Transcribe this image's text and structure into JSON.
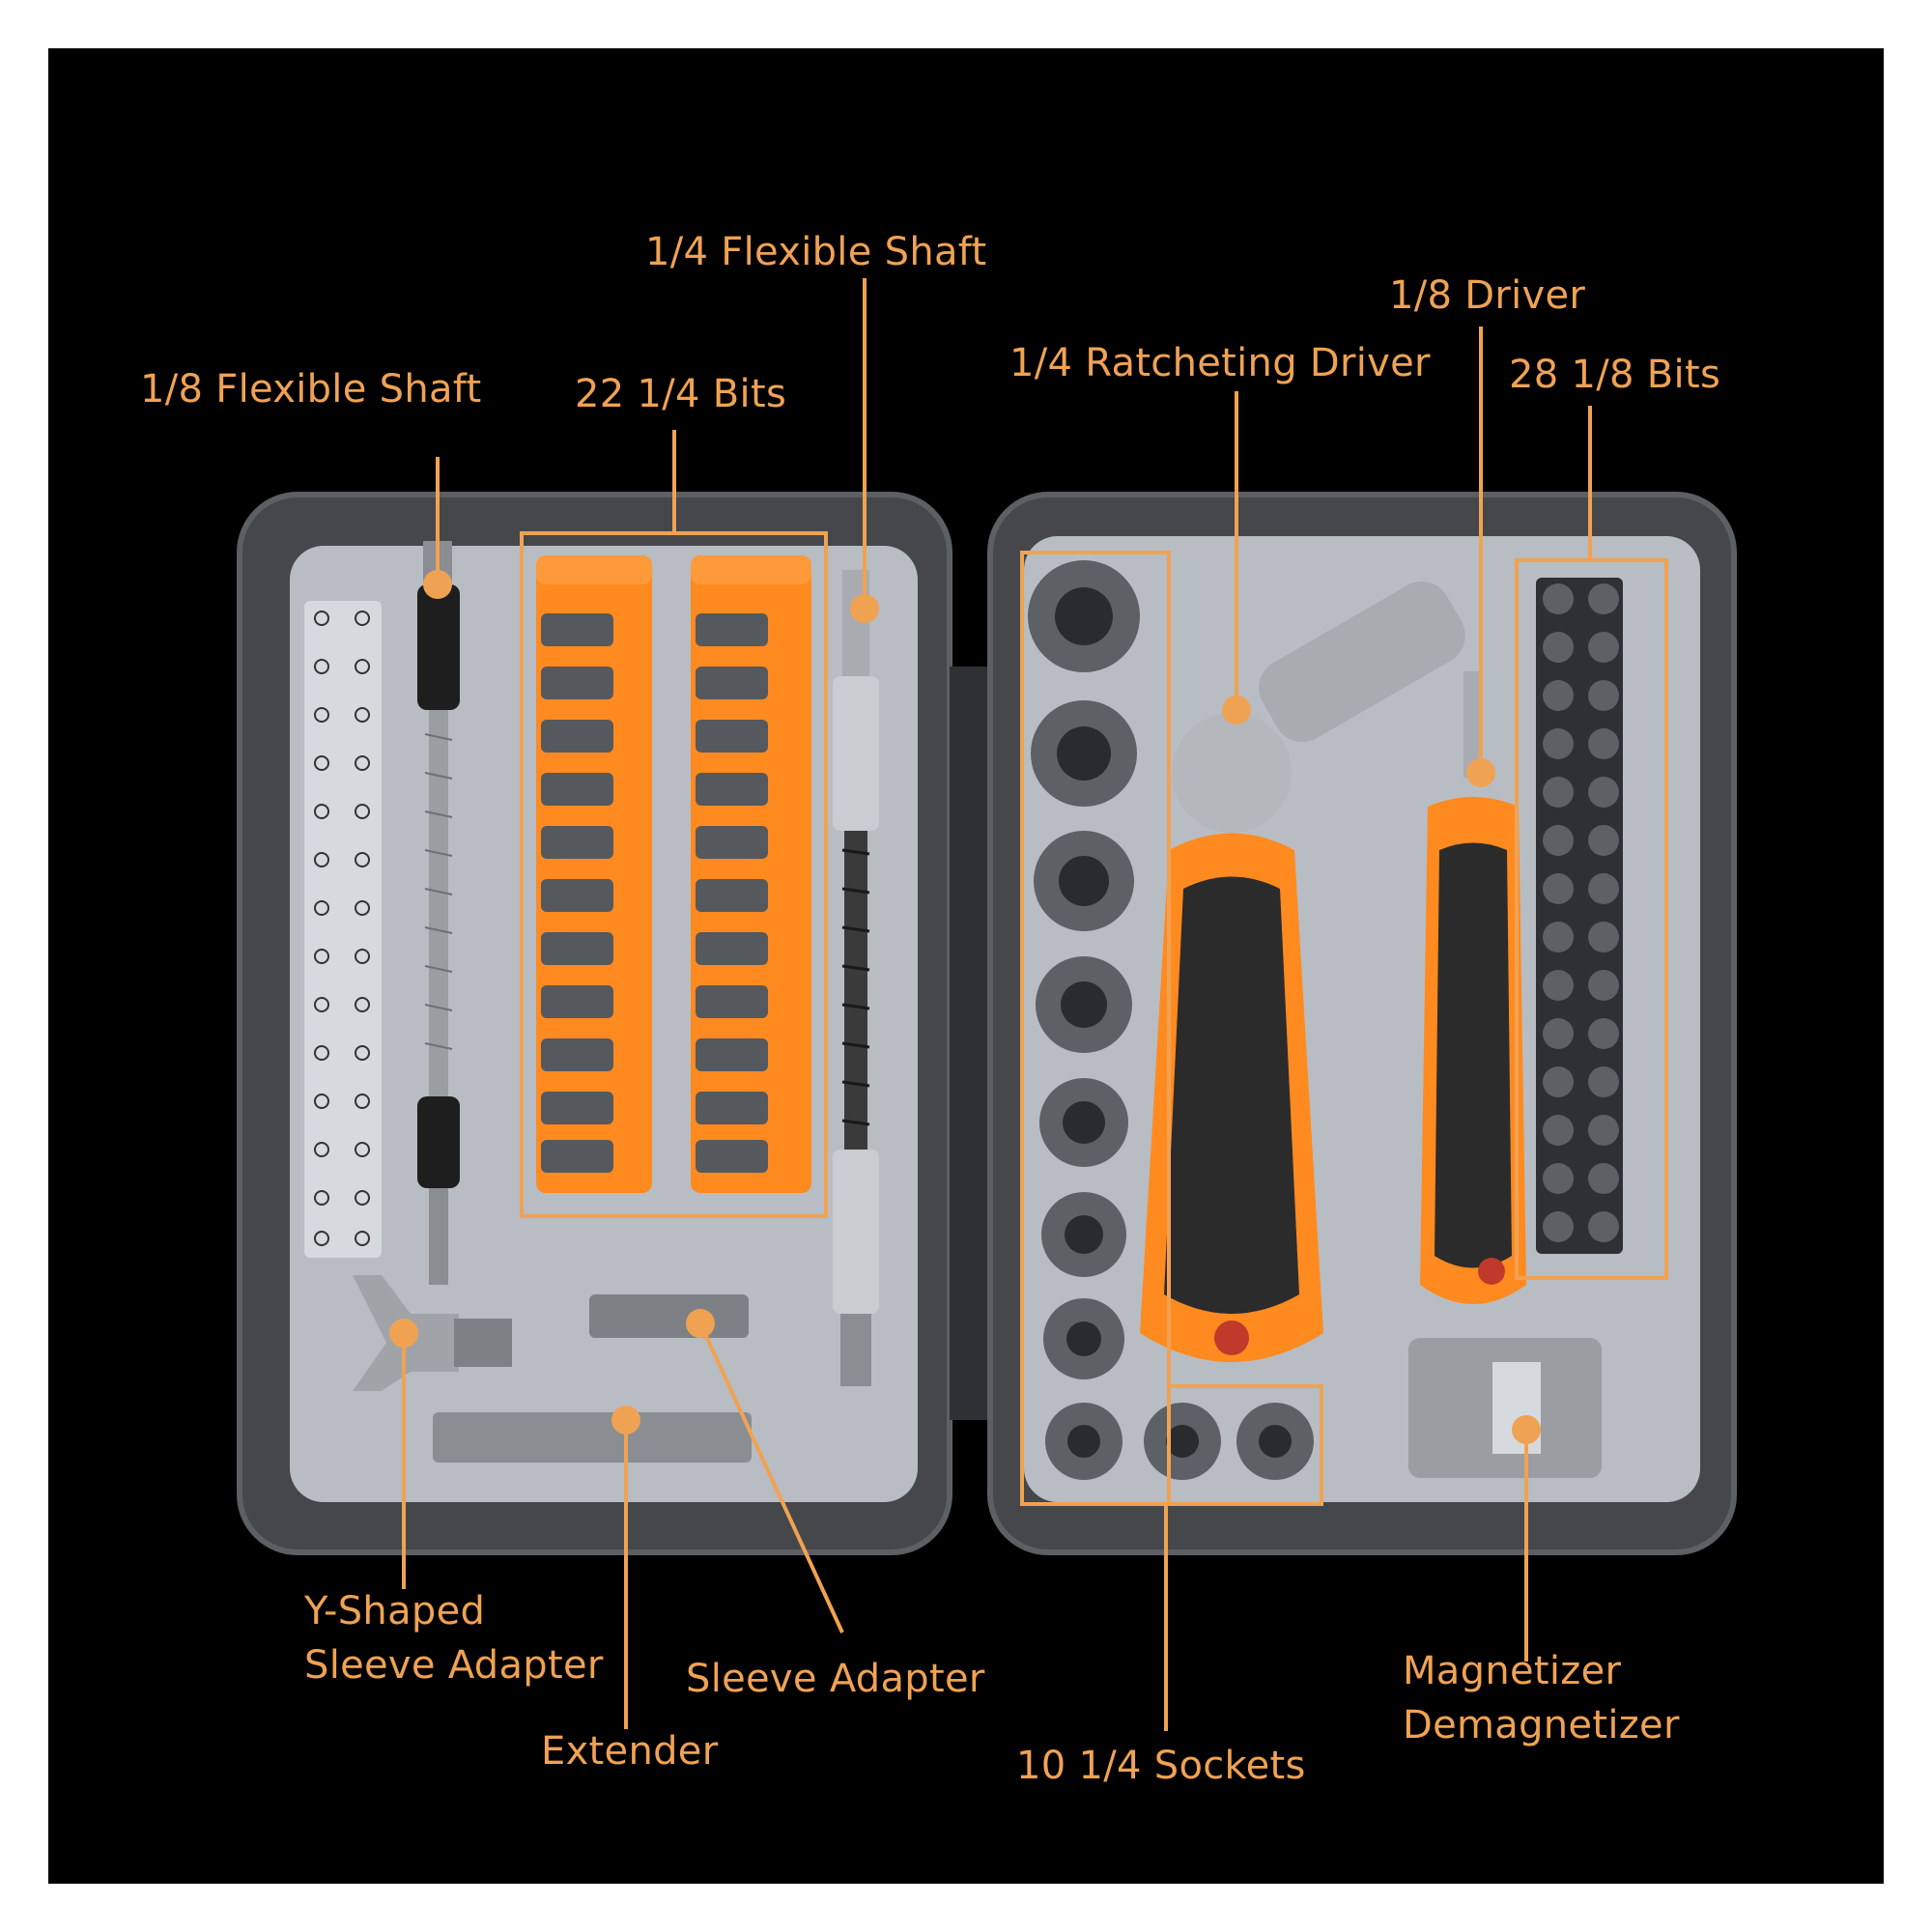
{
  "colors": {
    "background": "#000000",
    "accent": "#f0a253",
    "orange": "#ff8a1f",
    "case_dark": "#4a4c50",
    "tray_light": "#b9bec5"
  },
  "callouts": {
    "flex_18": "1/8 Flexible Shaft",
    "bits_14": "22 1/4 Bits",
    "flex_14": "1/4 Flexible Shaft",
    "ratchet": "1/4 Ratcheting Driver",
    "driver_18": "1/8 Driver",
    "bits_18": "28 1/8 Bits",
    "y_adapter_line1": "Y-Shaped",
    "y_adapter_line2": "Sleeve Adapter",
    "extender": "Extender",
    "sleeve_adapter": "Sleeve Adapter",
    "sockets": "10 1/4 Sockets",
    "magnetizer_line1": "Magnetizer",
    "magnetizer_line2": "Demagnetizer"
  }
}
